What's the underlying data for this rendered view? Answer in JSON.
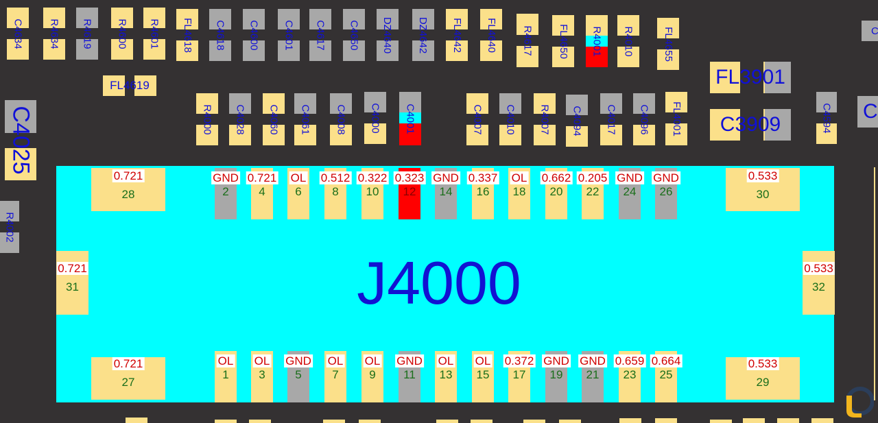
{
  "connector": {
    "designator": "J4000"
  },
  "colors": {
    "background": "#343132",
    "board": "#00ffff",
    "pad": "#fbe08a",
    "gnd_pad": "#a8a8a8",
    "highlight": "#ff0000",
    "label_text": "#1010d8",
    "pin_number_text": "#1a6e1a",
    "value_text": "#d00000"
  },
  "top_components": [
    "C4634",
    "R4634",
    "R4619",
    "R4600",
    "R4601",
    "FL4618",
    "C4618",
    "C4600",
    "C4601",
    "C4617",
    "C4650",
    "DZ4640",
    "DZ4642",
    "FL4642",
    "FL4640",
    "R4617",
    "FL4650",
    "R4001",
    "R4010",
    "FL4655"
  ],
  "row2_components": [
    "R4000",
    "C4028",
    "C4060",
    "C4061",
    "C4008",
    "C4000",
    "C4001",
    "C4007",
    "C4010",
    "R4007",
    "C4094",
    "C4017",
    "C4096",
    "FL4001"
  ],
  "side_components": [
    "FL4619",
    "C4025",
    "R4002",
    "FL3901",
    "C3909",
    "C4594",
    "C",
    "C"
  ],
  "pins": [
    {
      "num": "28",
      "value": "0.721"
    },
    {
      "num": "2",
      "value": "GND"
    },
    {
      "num": "4",
      "value": "0.721"
    },
    {
      "num": "6",
      "value": "OL"
    },
    {
      "num": "8",
      "value": "0.512"
    },
    {
      "num": "10",
      "value": "0.322"
    },
    {
      "num": "12",
      "value": "0.323"
    },
    {
      "num": "14",
      "value": "GND"
    },
    {
      "num": "16",
      "value": "0.337"
    },
    {
      "num": "18",
      "value": "OL"
    },
    {
      "num": "20",
      "value": "0.662"
    },
    {
      "num": "22",
      "value": "0.205"
    },
    {
      "num": "24",
      "value": "GND"
    },
    {
      "num": "26",
      "value": "GND"
    },
    {
      "num": "30",
      "value": "0.533"
    },
    {
      "num": "31",
      "value": "0.721"
    },
    {
      "num": "32",
      "value": "0.533"
    },
    {
      "num": "27",
      "value": "0.721"
    },
    {
      "num": "1",
      "value": "OL"
    },
    {
      "num": "3",
      "value": "OL"
    },
    {
      "num": "5",
      "value": "GND"
    },
    {
      "num": "7",
      "value": "OL"
    },
    {
      "num": "9",
      "value": "OL"
    },
    {
      "num": "11",
      "value": "GND"
    },
    {
      "num": "13",
      "value": "OL"
    },
    {
      "num": "15",
      "value": "OL"
    },
    {
      "num": "17",
      "value": "0.372"
    },
    {
      "num": "19",
      "value": "GND"
    },
    {
      "num": "21",
      "value": "GND"
    },
    {
      "num": "23",
      "value": "0.659"
    },
    {
      "num": "25",
      "value": "0.664"
    },
    {
      "num": "29",
      "value": "0.533"
    }
  ]
}
